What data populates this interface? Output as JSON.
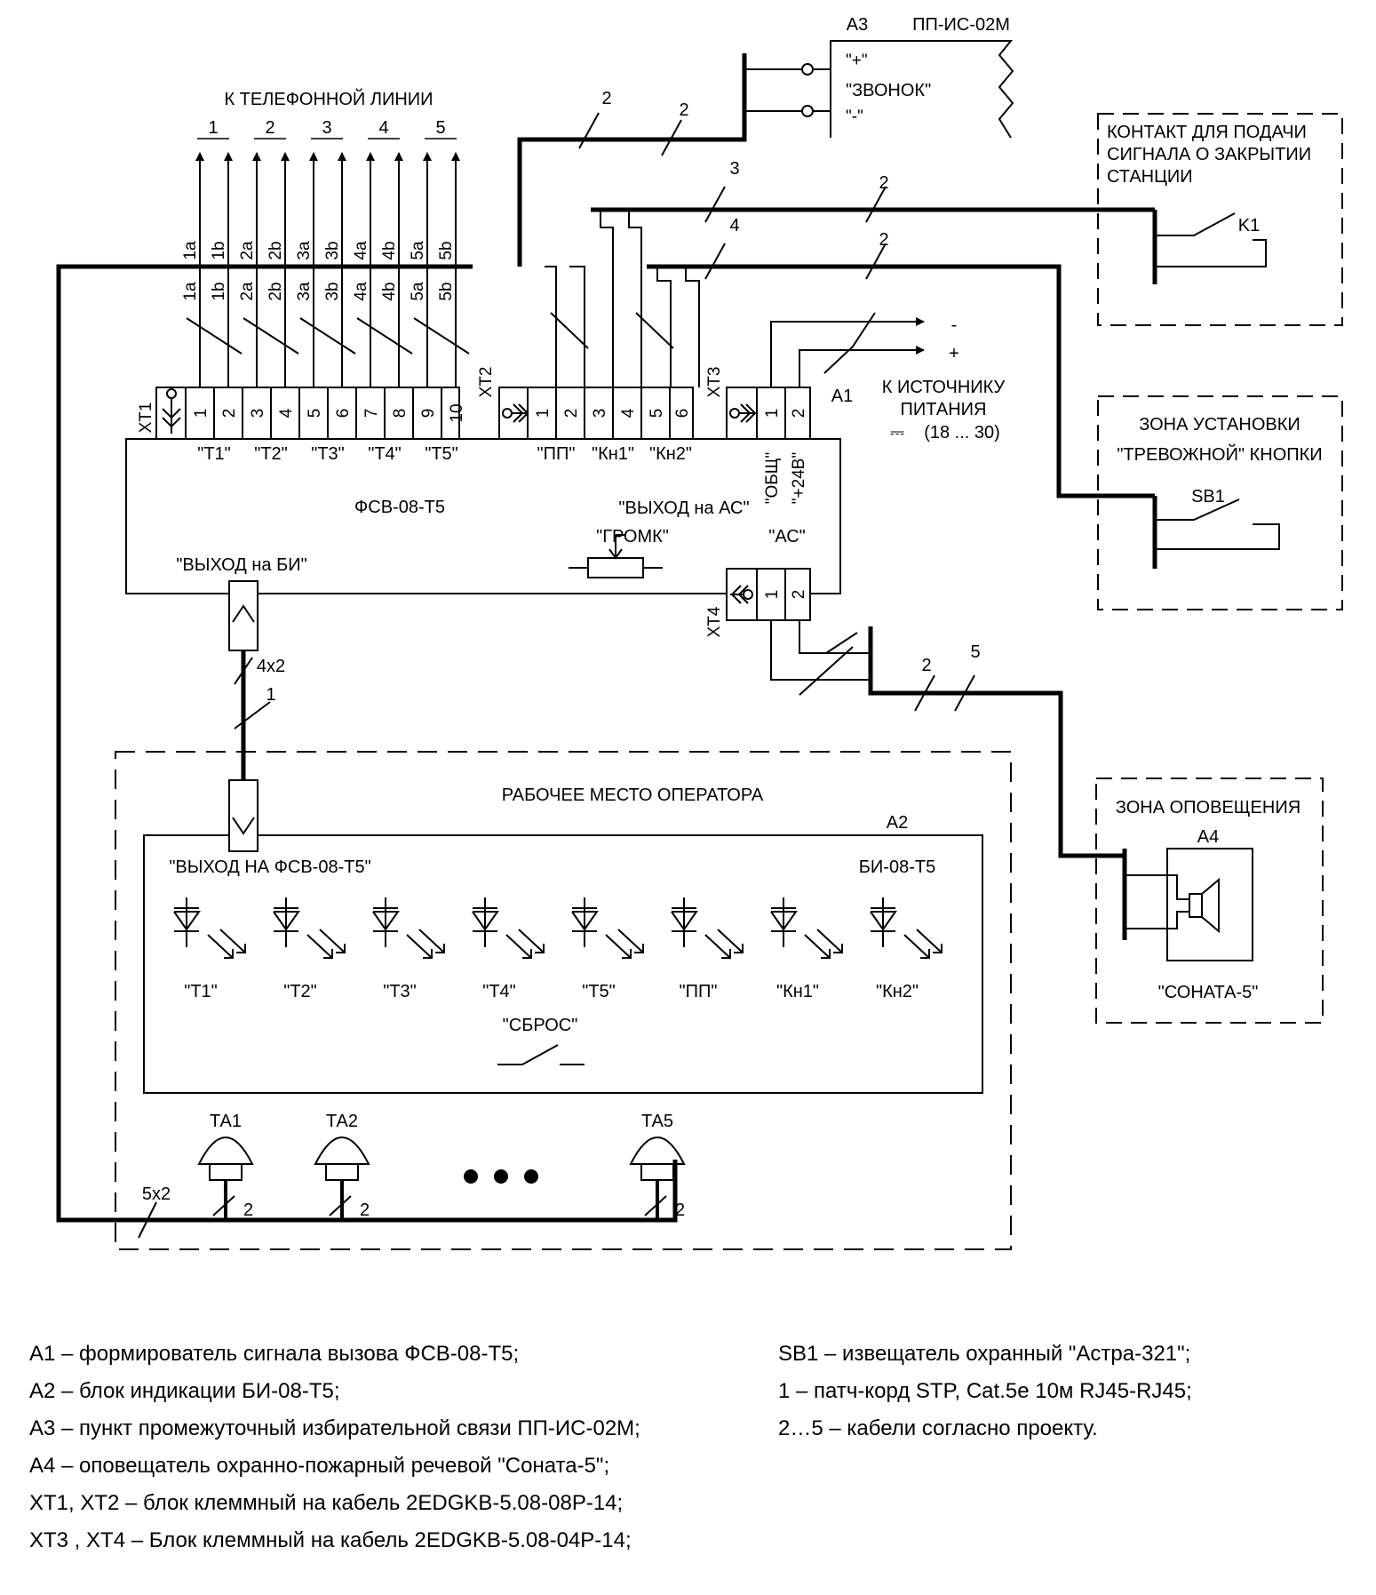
{
  "phone_line": {
    "title": "К ТЕЛЕФОННОЙ ЛИНИИ",
    "line_numbers": [
      "1",
      "2",
      "3",
      "4",
      "5"
    ],
    "wire_labels": [
      "1a",
      "1b",
      "2a",
      "2b",
      "3a",
      "3b",
      "4a",
      "4b",
      "5a",
      "5b"
    ]
  },
  "a3": {
    "ref": "А3",
    "model": "ПП-ИС-02М",
    "plus": "\"+\"",
    "bell": "\"ЗВОНОК\"",
    "minus": "\"-\""
  },
  "zones": {
    "close_contact": {
      "line1": "КОНТАКТ ДЛЯ ПОДАЧИ",
      "line2": "СИГНАЛА О ЗАКРЫТИИ",
      "line3": "СТАНЦИИ",
      "device": "K1"
    },
    "alarm_button": {
      "line1": "ЗОНА УСТАНОВКИ",
      "line2": "\"ТРЕВОЖНОЙ\" КНОПКИ",
      "device": "SB1"
    },
    "notification": {
      "title": "ЗОНА ОПОВЕЩЕНИЯ",
      "device": "А4",
      "model": "\"СОНАТА-5\""
    }
  },
  "a1": {
    "ref": "А1",
    "model": "ФСВ-08-Т5",
    "xt1": {
      "ref": "XT1",
      "pins": [
        "1",
        "2",
        "3",
        "4",
        "5",
        "6",
        "7",
        "8",
        "9",
        "10"
      ],
      "groups": [
        "\"Т1\"",
        "\"Т2\"",
        "\"Т3\"",
        "\"Т4\"",
        "\"Т5\""
      ]
    },
    "xt2": {
      "ref": "XT2",
      "pins": [
        "1",
        "2",
        "3",
        "4",
        "5",
        "6"
      ],
      "groups": [
        "\"ПП\"",
        "\"Кн1\"",
        "\"Кн2\""
      ]
    },
    "xt3": {
      "ref": "XT3",
      "pins": [
        "1",
        "2"
      ],
      "pin_labels": [
        "\"ОБЩ\"",
        "\"+24В\""
      ]
    },
    "xt4": {
      "ref": "XT4",
      "pins": [
        "1",
        "2"
      ],
      "label": "\"АС\""
    },
    "out_as": "\"ВЫХОД на АС\"",
    "volume": "\"ГРОМК\"",
    "out_bi": "\"ВЫХОД на БИ\""
  },
  "power": {
    "line1": "К ИСТОЧНИКУ",
    "line2": "ПИТАНИЯ",
    "dc_symbol": "⎓",
    "range": "(18 ... 30)",
    "minus": "-",
    "plus": "+"
  },
  "cables": {
    "c2": "2",
    "c3": "3",
    "c4": "4",
    "c5": "5",
    "c1": "1",
    "c4x2": "4x2",
    "c5x2": "5x2"
  },
  "operator": {
    "title": "РАБОЧЕЕ МЕСТО ОПЕРАТОРА",
    "a2_ref": "А2",
    "a2_model": "БИ-08-Т5",
    "out_fsv": "\"ВЫХОД НА ФСВ-08-Т5\"",
    "leds": [
      "\"Т1\"",
      "\"Т2\"",
      "\"Т3\"",
      "\"Т4\"",
      "\"Т5\"",
      "\"ПП\"",
      "\"Кн1\"",
      "\"Кн2\""
    ],
    "reset": "\"СБРОС\"",
    "phones": [
      "ТА1",
      "ТА2",
      "ТА5"
    ]
  },
  "legend_left": [
    "А1 – формирователь сигнала вызова ФСВ-08-Т5;",
    "А2 – блок индикации БИ-08-Т5;",
    "А3 – пункт промежуточный избирательной связи ПП-ИС-02М;",
    "А4 – оповещатель охранно-пожарный речевой \"Соната-5\";",
    "XT1, XT2 – блок клеммный на кабель 2EDGKB-5.08-08P-14;",
    "XT3 , XT4 – Блок клеммный на кабель 2EDGKB-5.08-04P-14;"
  ],
  "legend_right": [
    "SB1 – извещатель охранный \"Астра-321\";",
    "1 – патч-корд STP, Cat.5e 10м RJ45-RJ45;",
    "2…5 – кабели согласно проекту."
  ]
}
